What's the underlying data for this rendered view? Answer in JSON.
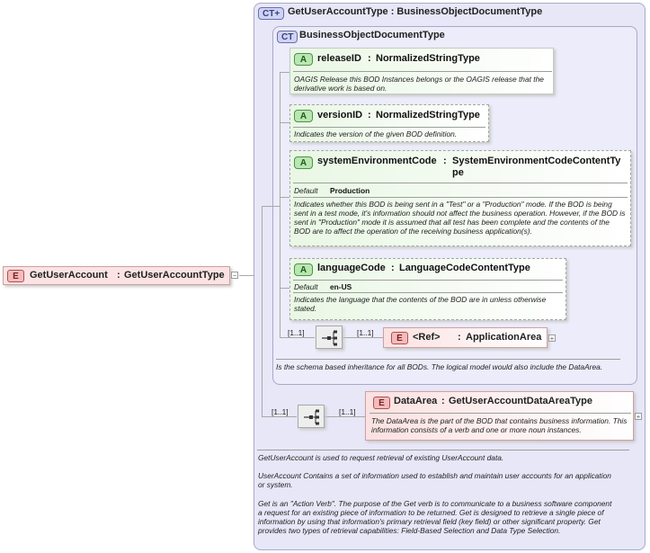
{
  "root": {
    "badge": "E",
    "name": "GetUserAccount",
    "sep": ":",
    "type": "GetUserAccountType",
    "toggle": "−"
  },
  "outer": {
    "badge": "CT+",
    "title": "GetUserAccountType : BusinessObjectDocumentType"
  },
  "inner": {
    "badge": "CT",
    "title": "BusinessObjectDocumentType",
    "doc": "Is the schema based inheritance for all BODs. The logical model would also include the DataArea."
  },
  "attributes": [
    {
      "badge": "A",
      "name": "releaseID",
      "sep": ":",
      "type": "NormalizedStringType",
      "doc": "OAGIS Release this BOD Instances belongs or the OAGIS release that the derivative work is based on."
    },
    {
      "badge": "A",
      "name": "versionID",
      "sep": ":",
      "type": "NormalizedStringType",
      "doc": "Indicates the version of the given BOD definition."
    },
    {
      "badge": "A",
      "name": "systemEnvironmentCode",
      "sep": ":",
      "type_line1": "SystemEnvironmentCodeContentTy",
      "type_line2": "pe",
      "default_label": "Default",
      "default_value": "Production",
      "doc": "Indicates whether this BOD is being sent in a \"Test\" or a \"Production\" mode. If the BOD is being sent in a test mode, it's information should not affect the business operation. However, if the BOD is sent in \"Production\" mode it is assumed that all test has been complete and the contents of the BOD are to affect the operation of the receiving business application(s)."
    },
    {
      "badge": "A",
      "name": "languageCode",
      "sep": ":",
      "type": "LanguageCodeContentType",
      "default_label": "Default",
      "default_value": "en-US",
      "doc": "Indicates the language that the contents of the BOD are in unless otherwise stated."
    }
  ],
  "app_area": {
    "card_seq": "[1..1]",
    "card_elem": "[1..1]",
    "badge": "E",
    "ref": "<Ref>",
    "sep": ":",
    "name": "ApplicationArea",
    "expand": "+"
  },
  "data_area": {
    "card_seq": "[1..1]",
    "card_elem": "[1..1]",
    "badge": "E",
    "name": "DataArea",
    "sep": ":",
    "type": "GetUserAccountDataAreaType",
    "expand": "+",
    "doc": "The DataArea is the part of the BOD that contains business information. This information consists of a verb and one or more noun instances."
  },
  "footer": [
    "GetUserAccount is used to request retrieval of existing UserAccount data.",
    "UserAccount  Contains a set of information used to establish and maintain user accounts for an application or system.",
    "Get is an \"Action Verb\". The purpose of the Get verb is to communicate to a business software component a request for an existing piece of information to be returned. Get is designed to retrieve a single piece of information by using that information's primary retrieval field (key field) or other significant property. Get provides two types of retrieval capabilities: Field-Based Selection and Data Type Selection."
  ]
}
